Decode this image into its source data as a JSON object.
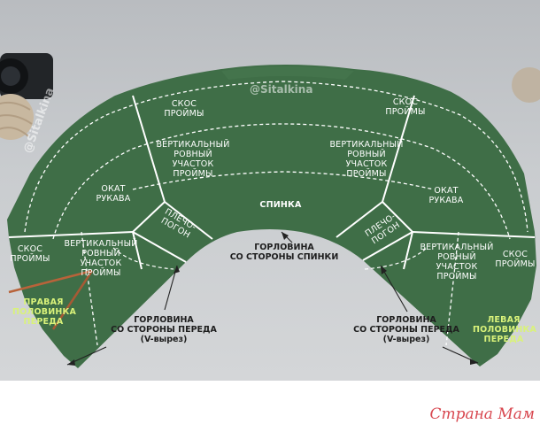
{
  "watermarks": {
    "top": "@Sitalkina",
    "side": "@Sitalkina"
  },
  "labels": {
    "skos_proimy_top_left": "СКОС\nПРОЙМЫ",
    "skos_proimy_top_right": "СКОС\nПРОЙМЫ",
    "vert_left": "ВЕРТИКАЛЬНЫЙ\nРОВНЫЙ\nУЧАСТОК\nПРОЙМЫ",
    "vert_right": "ВЕРТИКАЛЬНЫЙ\nРОВНЫЙ\nУЧАСТОК\nПРОЙМЫ",
    "okat_left": "ОКАТ\nРУКАВА",
    "okat_right": "ОКАТ\nРУКАВА",
    "spinka": "СПИНКА",
    "plecho_left": "ПЛЕЧО-\nПОГОН",
    "plecho_right": "ПЛЕЧО-\nПОГОН",
    "skos_proimy_left": "СКОС\nПРОЙМЫ",
    "skos_proimy_right": "СКОС\nПРОЙМЫ",
    "vert_front_left": "ВЕРТИКАЛЬНЫЙ\nРОВНЫЙ\nУЧАСТОК\nПРОЙМЫ",
    "vert_front_right": "ВЕРТИКАЛЬНЫЙ\nРОВНЫЙ\nУЧАСТОК\nПРОЙМЫ",
    "front_left": "ПРАВАЯ\nПОЛОВИНКА\nПЕРЕДА",
    "front_right": "ЛЕВАЯ\nПОЛОВИНКА\nПЕРЕДА"
  },
  "notes": {
    "neck_back": "ГОРЛОВИНА\nСО СТОРОНЫ СПИНКИ",
    "neck_front_left": "ГОРЛОВИНА\nСО СТОРОНЫ ПЕРЕДА\n(V-вырез)",
    "neck_front_right": "ГОРЛОВИНА\nСО СТОРОНЫ ПЕРЕДА\n(V-вырез)"
  },
  "brand": "Страна Мам",
  "colors": {
    "knit": "#3f6e47",
    "knit_dark": "#355f3d",
    "line": "#ffffff",
    "accent": "#d9f27a"
  }
}
